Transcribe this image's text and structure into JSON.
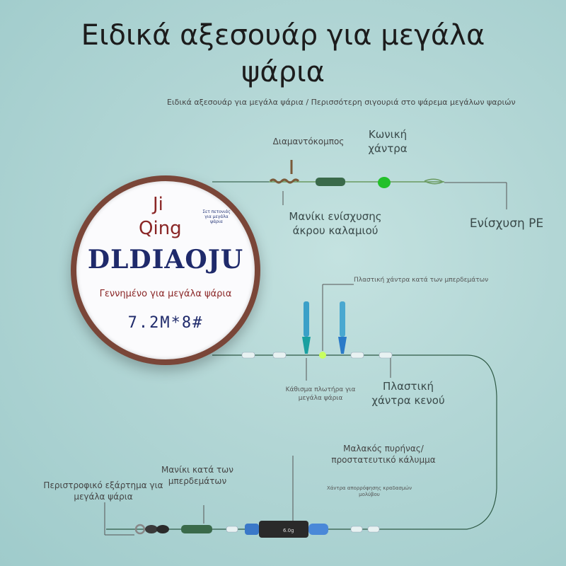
{
  "header": {
    "title_line1": "Ειδικά αξεσουάρ για μεγάλα",
    "title_line2": "ψάρια",
    "subtitle": "Ειδικά αξεσουάρ για μεγάλα ψάρια / Περισσότερη σιγουριά στο ψάρεμα μεγάλων ψαριών"
  },
  "spool": {
    "brand_line1": "Ji",
    "brand_line2": "Qing",
    "small_text": "Σετ πετονιάς για μεγάλα ψάρια",
    "name": "DLDIAOJU",
    "slogan": "Γεννημένο για μεγάλα ψάρια",
    "spec": "7.2M*8#"
  },
  "labels": {
    "diamond_knot": "Διαμαντόκομπος",
    "cone_bead": "Κωνική χάντρα",
    "rod_tip_sleeve": "Μανίκι ενίσχυσης άκρου καλαμιού",
    "pe_reinforcement": "Ενίσχυση PE",
    "anti_tangle_bead": "Πλαστική χάντρα κατά των μπερδεμάτων",
    "float_seat": "Κάθισμα πλωτήρα για μεγάλα ψάρια",
    "plastic_space_bead": "Πλαστική χάντρα κενού",
    "soft_core": "Μαλακός πυρήνας/προστατευτικό κάλυμμα",
    "anti_tangle_sleeve": "Μανίκι κατά των μπερδεμάτων",
    "swivel": "Περιστροφικό εξάρτημα για μεγάλα ψάρια",
    "lead_shock_bead": "Χάντρα απορρόφησης κραδασμών μολύβου"
  },
  "sinker_text": "6.0g",
  "colors": {
    "line_green": "#3f7a56",
    "bead_green": "#22c02a",
    "spool_rim": "#7a4638",
    "brand_blue": "#1f2a6b",
    "brand_red": "#8a2626"
  }
}
